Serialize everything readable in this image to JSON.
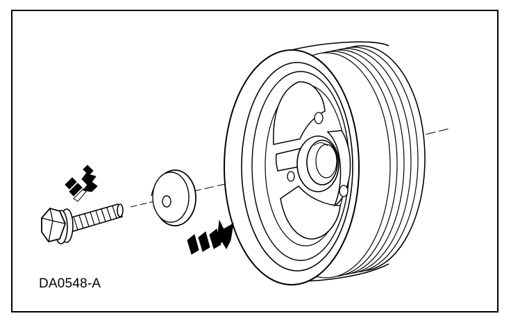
{
  "figure": {
    "label": "DA0548-A"
  },
  "colors": {
    "ink": "#000000",
    "paper": "#ffffff",
    "shade": "#d8d8d8"
  },
  "parts": [
    "bolt",
    "washer",
    "crankshaft-pulley"
  ],
  "arrows": {
    "bolt": "rotate-clockwise-tighten",
    "pulley": "push-toward-pulley"
  }
}
